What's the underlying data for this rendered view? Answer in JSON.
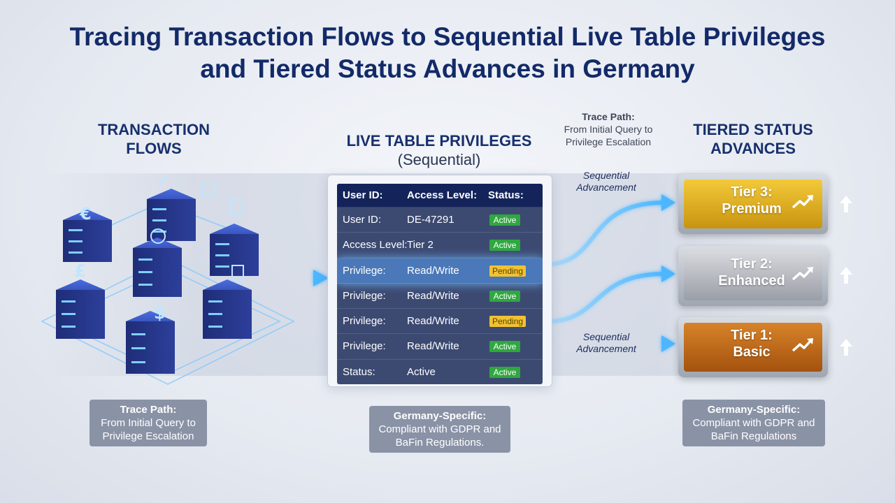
{
  "title": {
    "line1": "Tracing Transaction Flows to Sequential Live Table Privileges",
    "line2": "and Tiered Status Advances in Germany"
  },
  "left": {
    "heading_line1": "TRANSACTION",
    "heading_line2": "FLOWS",
    "server_icons": [
      "euro-icon",
      "check-icon",
      "document-icon",
      "shield-check-icon",
      "pound-icon",
      "dollar-icon",
      "document-icon"
    ],
    "caption": {
      "title": "Trace Path:",
      "line1": "From Initial Query to",
      "line2": "Privilege Escalation"
    }
  },
  "middle": {
    "heading": "LIVE TABLE PRIVILEGES",
    "subheading": "(Sequential)",
    "table": {
      "headers": [
        "User ID:",
        "Access Level:",
        "Status:"
      ],
      "rows": [
        {
          "field": "User ID:",
          "value": "DE-47291",
          "status": "Active",
          "status_type": "active"
        },
        {
          "field": "Access Level:",
          "value": "Tier 2",
          "status": "Active",
          "status_type": "active"
        },
        {
          "field": "Privilege:",
          "value": "Read/Write",
          "status": "Pending",
          "status_type": "pending",
          "highlighted": true
        },
        {
          "field": "Privilege:",
          "value": "Read/Write",
          "status": "Active",
          "status_type": "active"
        },
        {
          "field": "Privilege:",
          "value": "Read/Write",
          "status": "Pending",
          "status_type": "pending"
        },
        {
          "field": "Privilege:",
          "value": "Read/Write",
          "status": "Active",
          "status_type": "active"
        },
        {
          "field": "Status:",
          "value": "Active",
          "status": "Active",
          "status_type": "active"
        }
      ]
    },
    "caption": {
      "title": "Germany-Specific:",
      "line1": "Compliant with GDPR and",
      "line2": "BaFin Regulations."
    }
  },
  "flows": {
    "trace_title": "Trace Path:",
    "trace_line1": "From Initial Query to",
    "trace_line2": "Privilege Escalation",
    "seq_top_line1": "Sequential",
    "seq_top_line2": "Advancement",
    "seq_bottom_line1": "Sequential",
    "seq_bottom_line2": "Advancement"
  },
  "right": {
    "heading_line1": "TIERED STATUS",
    "heading_line2": "ADVANCES",
    "tiers": [
      {
        "line1": "Tier 3:",
        "line2": "Premium"
      },
      {
        "line1": "Tier 2:",
        "line2": "Enhanced"
      },
      {
        "line1": "Tier 1:",
        "line2": "Basic"
      }
    ],
    "caption": {
      "title": "Germany-Specific:",
      "line1": "Compliant with GDPR and",
      "line2": "BaFin Regulations"
    }
  },
  "colors": {
    "title": "#132a68",
    "gold": "#f3c93a",
    "silver": "#c4c7cc",
    "bronze": "#c26a1c",
    "active": "#2fa83f",
    "pending": "#f1c232",
    "flow": "#4db6ff"
  }
}
